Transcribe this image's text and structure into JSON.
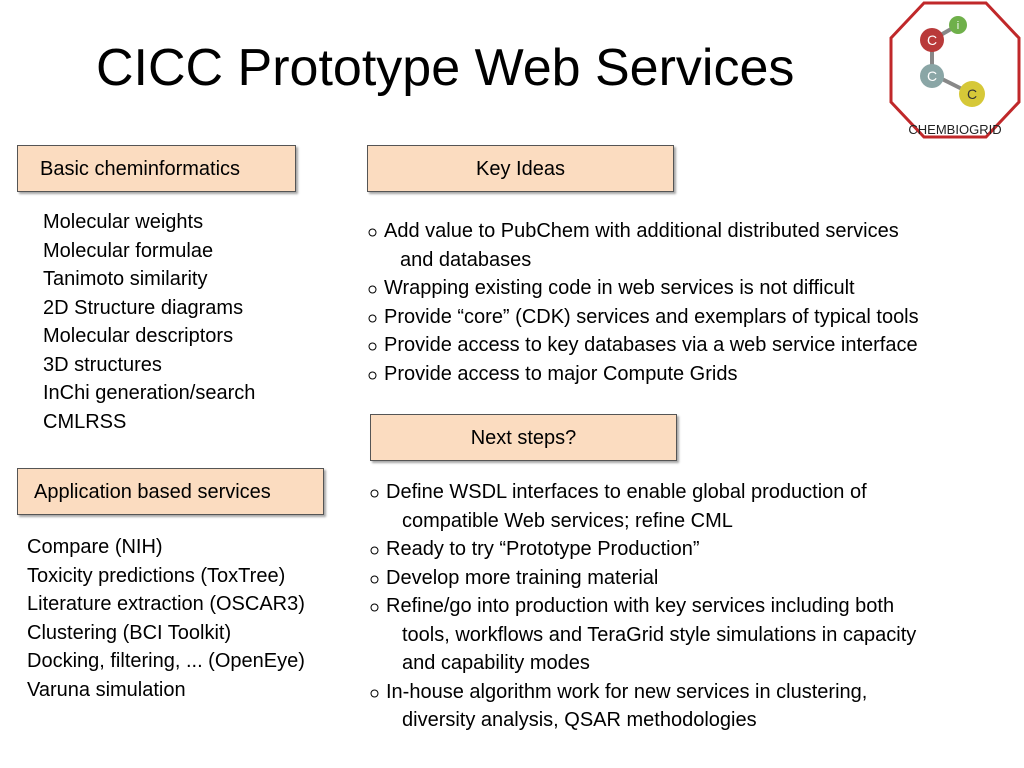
{
  "title": "CICC Prototype Web Services",
  "logo": {
    "text": "CHEMBIOGRID",
    "letters": [
      "C",
      "i",
      "C",
      "C"
    ]
  },
  "sections": {
    "basic": {
      "label": "Basic cheminformatics",
      "items": [
        "Molecular weights",
        "Molecular formulae",
        "Tanimoto similarity",
        "2D Structure diagrams",
        "Molecular descriptors",
        "3D structures",
        "InChi generation/search",
        "CMLRSS"
      ]
    },
    "application": {
      "label": "Application based services",
      "items": [
        "Compare (NIH)",
        "Toxicity predictions (ToxTree)",
        "Literature extraction (OSCAR3)",
        "Clustering (BCI Toolkit)",
        "Docking, filtering, ... (OpenEye)",
        "Varuna simulation"
      ]
    },
    "key_ideas": {
      "label": "Key Ideas",
      "items": [
        [
          "Add value to PubChem with additional distributed services",
          "and databases"
        ],
        [
          "Wrapping existing code in web services is not difficult"
        ],
        [
          "Provide “core” (CDK) services and exemplars of typical tools"
        ],
        [
          "Provide access to key databases via a web service interface"
        ],
        [
          "Provide access to major Compute Grids"
        ]
      ]
    },
    "next_steps": {
      "label": "Next steps?",
      "items": [
        [
          "Define WSDL interfaces to enable global production of",
          "compatible Web services; refine CML"
        ],
        [
          "Ready to try “Prototype Production”"
        ],
        [
          "Develop more training material"
        ],
        [
          "Refine/go into production with key services including both",
          "tools, workflows and TeraGrid style simulations in capacity",
          "and capability modes"
        ],
        [
          "In-house algorithm work for new services in clustering,",
          "diversity analysis, QSAR methodologies"
        ]
      ]
    }
  }
}
